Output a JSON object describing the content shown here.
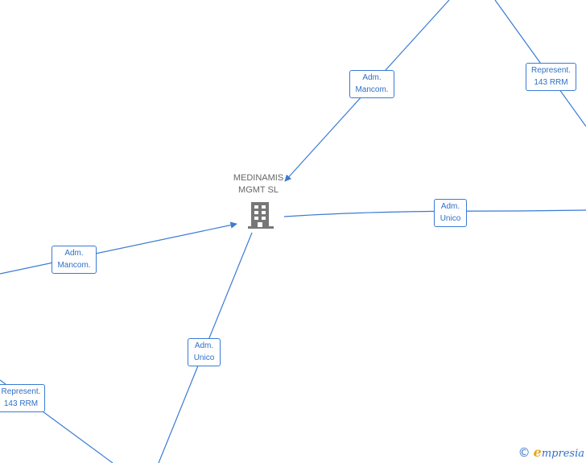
{
  "company": {
    "name_line1": "MEDINAMIS",
    "name_line2": "MGMT  SL",
    "icon": "building-icon",
    "icon_color": "#777777"
  },
  "relations": [
    {
      "line1": "Adm.",
      "line2": "Mancom."
    },
    {
      "line1": "Represent.",
      "line2": "143 RRM"
    },
    {
      "line1": "Adm.",
      "line2": "Unico"
    },
    {
      "line1": "Adm.",
      "line2": "Mancom."
    },
    {
      "line1": "Adm.",
      "line2": "Unico"
    },
    {
      "line1": "Represent.",
      "line2": "143 RRM"
    }
  ],
  "footer": {
    "copyright_symbol": "©",
    "brand_first": "e",
    "brand_rest": "mpresia"
  },
  "colors": {
    "edge": "#3a7bd5",
    "label_text": "#2f6fc6",
    "node_text": "#666666",
    "brand_accent": "#e6a817"
  }
}
